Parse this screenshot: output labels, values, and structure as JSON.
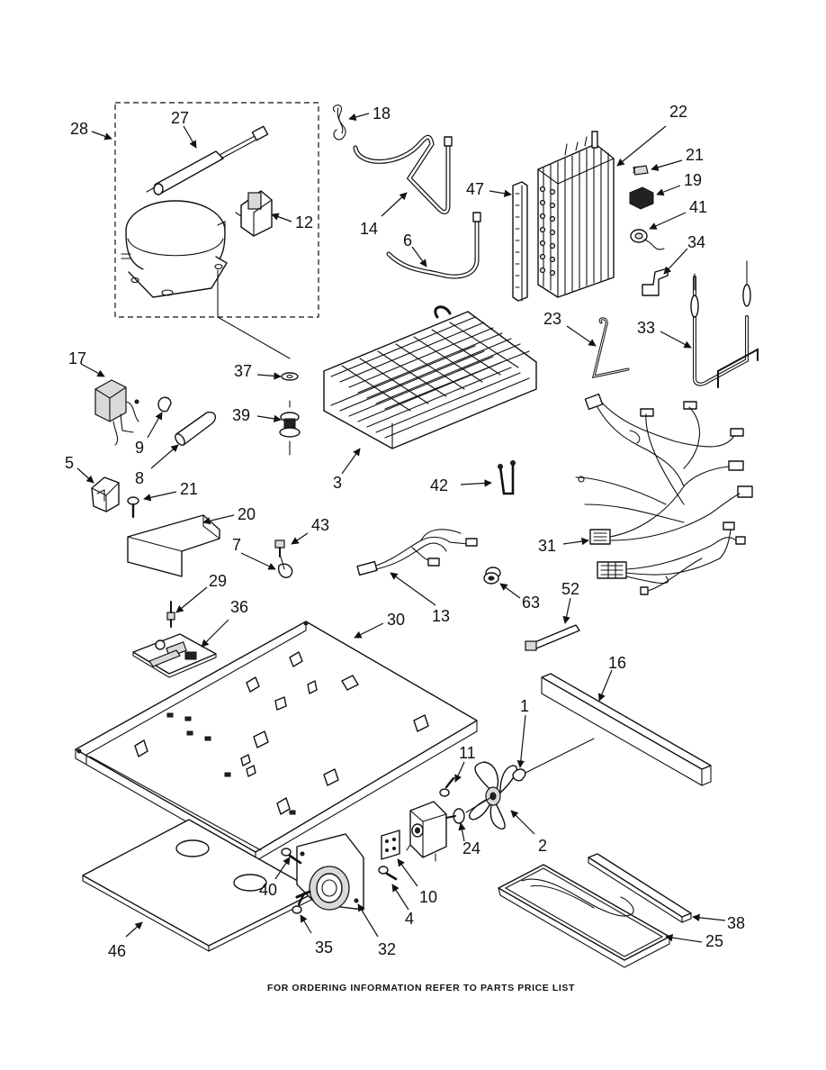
{
  "footer": {
    "text": "FOR ORDERING INFORMATION REFER TO PARTS PRICE LIST"
  },
  "callouts": {
    "c1": "1",
    "c2": "2",
    "c3": "3",
    "c4": "4",
    "c5": "5",
    "c6": "6",
    "c7": "7",
    "c8": "8",
    "c9": "9",
    "c10": "10",
    "c11": "11",
    "c12": "12",
    "c13": "13",
    "c14": "14",
    "c16": "16",
    "c17": "17",
    "c18": "18",
    "c19": "19",
    "c20": "20",
    "c21a": "21",
    "c21b": "21",
    "c22": "22",
    "c23": "23",
    "c24": "24",
    "c25": "25",
    "c27": "27",
    "c28": "28",
    "c29": "29",
    "c30": "30",
    "c31": "31",
    "c32": "32",
    "c33": "33",
    "c34": "34",
    "c35": "35",
    "c36": "36",
    "c37": "37",
    "c38": "38",
    "c39": "39",
    "c40": "40",
    "c41": "41",
    "c42": "42",
    "c43": "43",
    "c46": "46",
    "c47": "47",
    "c52": "52",
    "c63": "63"
  },
  "icons": {
    "compressor": "compressor-icon",
    "fan": "fan-blade-icon",
    "evaporator": "evaporator-coil-icon",
    "condenser": "condenser-coil-icon",
    "wiring": "wire-harness-icon"
  }
}
